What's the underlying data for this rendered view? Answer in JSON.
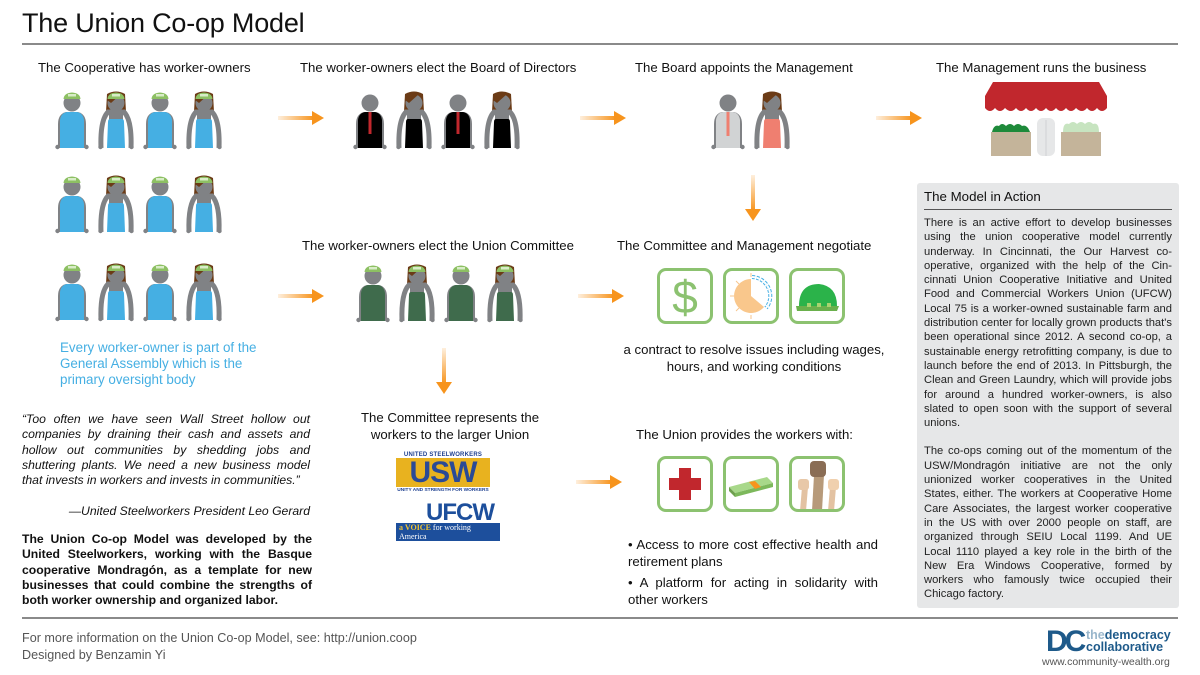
{
  "page": {
    "title": "The Union Co-op Model"
  },
  "colors": {
    "accent_blue": "#45afe3",
    "arrow_orange": "#f7941d",
    "icon_border_green": "#8cc270",
    "awning_red": "#c1272d",
    "committee_green": "#3f6b4c",
    "panel_gray": "#e6e7e8"
  },
  "flow": {
    "step1_header": "The Cooperative has worker-owners",
    "step2_header": "The worker-owners elect the Board of Directors",
    "step3_header": "The Board appoints the Management",
    "step4_header": "The Management runs the business",
    "step5_header": "The worker-owners elect the Union Committee",
    "step6_header": "The Committee and Management negotiate",
    "step6_caption": "a contract to resolve issues including wages, hours, and working conditions",
    "step7_header": "The Committee represents the workers to the larger Union",
    "step8_header": "The Union provides the workers with:",
    "negotiate_icons": [
      "dollar-icon",
      "clock-icon",
      "hard-hat-icon"
    ],
    "benefit_icons": [
      "red-cross-icon",
      "money-stack-icon",
      "raised-fists-icon"
    ],
    "benefits": [
      "• Access to more cost effective health and retirement plans",
      "• A platform for acting in solidarity with other workers"
    ]
  },
  "assembly_note": "Every worker-owner is part of the General Assembly which is the primary oversight body",
  "quote": {
    "text": "“Too often we have seen Wall Street hollow out companies by draining their cash and assets and hollow out communities by shedding jobs and shuttering plants. We need a new business model that invests in workers and invests in communi­ties.”",
    "attribution": "—United Steelworkers President Leo Gerard"
  },
  "about": "The Union Co-op Model was developed by the United Steelworkers, working with the Basque cooperative Mondragón, as a template for new businesses that could combine the strengths of both worker ownership and organized labor.",
  "logos": {
    "usw_top": "UNITED STEELWORKERS",
    "usw_main": "USW",
    "usw_tagline": "UNITY AND STRENGTH FOR WORKERS",
    "ufcw_main": "UFCW",
    "ufcw_tagline_a": "a VOICE",
    "ufcw_tagline_b": " for working America"
  },
  "sidebar": {
    "title": "The Model in Action",
    "paragraphs": [
      "There is an active effort to develop businesses using the union cooperative model currently underway.  In Cincinnati, the Our Harvest co-operative, organized with the help of the Cin­cinnati Union Cooperative Initiative and United Food and Commercial Workers Union (UFCW) Local 75 is a worker-owned sustainable farm and distribution center for locally grown prod­ucts that's been operational since 2012. A second co-op, a sustainable energy retrofit­ting company, is due to launch before the end of 2013.  In Pittsburgh, the Clean and Green Laundry, which will provide jobs for around a hundred worker-owners, is also slated to open soon with the support of several unions.",
      "The co-ops coming out of the momentum of the USW/Mondragón initiative are not the only unionized worker cooperatives in the United States, either. The workers at Cooperative Home Care Associates, the largest worker co­operative in the US with over 2000 people on staff, are organized through SEIU Local 1199. And UE Local 1110 played a key role in the birth of the New Era Windows Cooperative, formed by workers who famously twice occu­pied their Chicago factory."
    ]
  },
  "footer": {
    "info": "For more information on the Union Co-op Model, see: http://union.coop",
    "credit": "Designed by Benzamin Yi",
    "org_the": "the",
    "org_name1": "democracy",
    "org_name2": "collaborative",
    "org_url": "www.community-wealth.org"
  }
}
